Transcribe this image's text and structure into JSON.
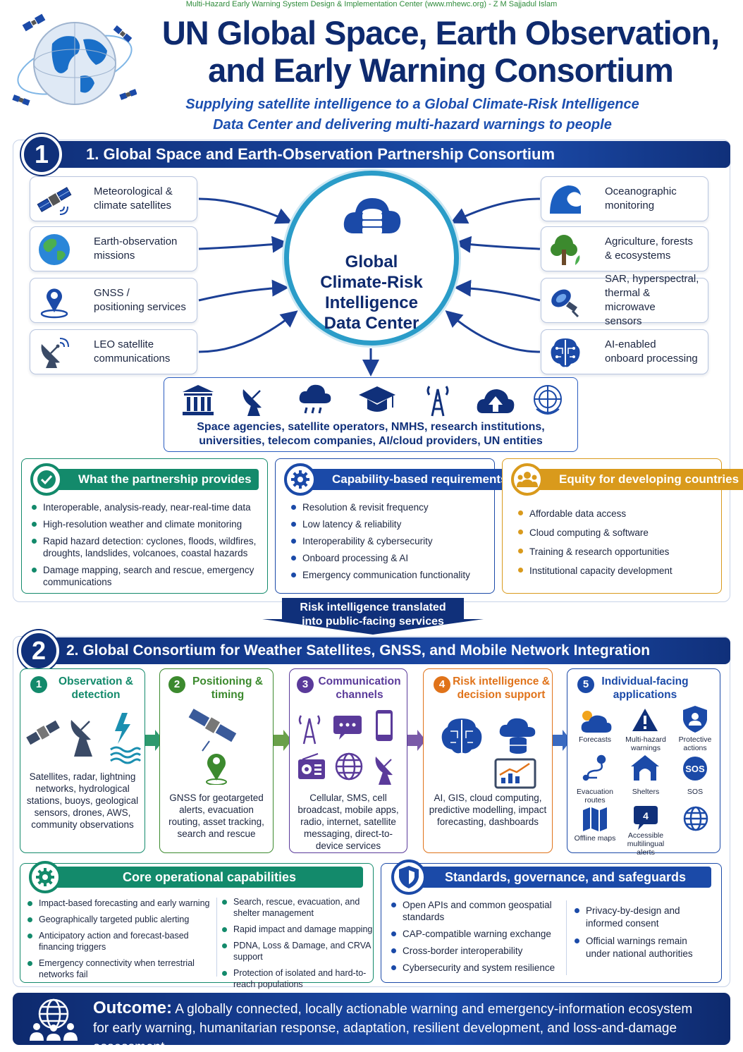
{
  "credit": "Multi-Hazard Early Warning System Design & Implementation Center (www.mhewc.org)  -  Z M Sajjadul Islam",
  "title_line1": "UN Global Space, Earth Observation,",
  "title_line2": "and Early Warning Consortium",
  "subtitle_line1": "Supplying satellite intelligence to a Global Climate-Risk Intelligence",
  "subtitle_line2": "Data Center and delivering multi-hazard warnings to people",
  "section1": {
    "number": "1",
    "title": "1. Global Space and Earth-Observation Partnership Consortium",
    "left_sources": [
      {
        "icon": "satellite-icon",
        "line1": "Meteorological &",
        "line2": "climate satellites"
      },
      {
        "icon": "earth-icon",
        "line1": "Earth-observation",
        "line2": "missions"
      },
      {
        "icon": "location-pin-icon",
        "line1": "GNSS /",
        "line2": "positioning services"
      },
      {
        "icon": "satellite-dish-icon",
        "line1": "LEO satellite",
        "line2": "communications"
      }
    ],
    "right_sources": [
      {
        "icon": "wave-icon",
        "line1": "Oceanographic",
        "line2": "monitoring",
        "line3": ""
      },
      {
        "icon": "tree-icon",
        "line1": "Agriculture, forests",
        "line2": "& ecosystems",
        "line3": ""
      },
      {
        "icon": "sensor-satellite-icon",
        "line1": "SAR, hyperspectral,",
        "line2": "thermal & microwave",
        "line3": "sensors"
      },
      {
        "icon": "ai-brain-icon",
        "line1": "AI-enabled",
        "line2": "onboard processing",
        "line3": ""
      }
    ],
    "hub": {
      "line1": "Global",
      "line2": "Climate-Risk",
      "line3": "Intelligence",
      "line4": "Data Center"
    },
    "stakeholders": {
      "icons": [
        "institution-icon",
        "satellite-dish-icon",
        "cloud-rain-icon",
        "graduation-cap-icon",
        "radio-tower-icon",
        "cloud-upload-icon",
        "un-emblem-icon"
      ],
      "line1": "Space agencies, satellite operators, NMHS, research institutions,",
      "line2": "universities, telecom companies, AI/cloud providers, UN entities"
    },
    "panels": {
      "provides": {
        "title": "What the partnership provides",
        "items": [
          "Interoperable, analysis-ready, near-real-time data",
          "High-resolution weather and climate monitoring",
          "Rapid hazard detection: cyclones, floods, wildfires, droughts, landslides, volcanoes, coastal hazards",
          "Damage mapping, search and rescue, emergency communications"
        ]
      },
      "requirements": {
        "title": "Capability-based requirements",
        "items": [
          "Resolution & revisit frequency",
          "Low latency & reliability",
          "Interoperability & cybersecurity",
          "Onboard processing & AI",
          "Emergency communication functionality"
        ]
      },
      "equity": {
        "title": "Equity for developing countries",
        "items": [
          "Affordable data access",
          "Cloud computing & software",
          "Training & research opportunities",
          "Institutional capacity development"
        ]
      }
    }
  },
  "transition": {
    "line1": "Risk intelligence translated",
    "line2": "into public-facing services"
  },
  "section2": {
    "number": "2",
    "title": "2. Global Consortium for Weather Satellites, GNSS, and Mobile Network Integration",
    "stages": [
      {
        "num": "1",
        "title1": "Observation &",
        "title2": "detection",
        "desc": "Satellites, radar, lightning networks, hydrological stations, buoys, geological sensors, drones, AWS, community observations"
      },
      {
        "num": "2",
        "title1": "Positioning &",
        "title2": "timing",
        "desc": "GNSS for geotargeted alerts, evacuation routing, asset tracking, search and rescue"
      },
      {
        "num": "3",
        "title1": "Communication",
        "title2": "channels",
        "desc": "Cellular, SMS, cell broadcast, mobile apps, radio, internet, satellite messaging, direct-to-device services"
      },
      {
        "num": "4",
        "title1": "Risk intelligence &",
        "title2": "decision support",
        "desc": "AI, GIS, cloud computing, predictive modelling, impact forecasting, dashboards"
      },
      {
        "num": "5",
        "title1": "Individual-facing",
        "title2": "applications",
        "desc": ""
      }
    ],
    "apps": [
      {
        "icon": "weather-cloud-icon",
        "label": "Forecasts"
      },
      {
        "icon": "warning-triangle-icon",
        "label": "Multi-hazard warnings"
      },
      {
        "icon": "shield-user-icon",
        "label": "Protective actions"
      },
      {
        "icon": "route-icon",
        "label": "Evacuation routes"
      },
      {
        "icon": "shelter-house-icon",
        "label": "Shelters"
      },
      {
        "icon": "sos-icon",
        "label": "SOS"
      },
      {
        "icon": "map-icon",
        "label": "Offline maps"
      },
      {
        "icon": "chat-alert-icon",
        "label": "Accessible multilingual alerts"
      },
      {
        "icon": "globe-icon",
        "label": ""
      }
    ],
    "sos_badge": "SOS",
    "chat_badge": "4",
    "core": {
      "title": "Core operational capabilities",
      "left_items": [
        "Impact-based forecasting and early warning",
        "Geographically targeted public alerting",
        "Anticipatory action and forecast-based financing triggers",
        "Emergency connectivity when terrestrial networks fail"
      ],
      "right_items": [
        "Search, rescue, evacuation, and shelter management",
        "Rapid impact and damage mapping",
        "PDNA, Loss & Damage, and CRVA support",
        "Protection of isolated and hard-to-reach populations"
      ]
    },
    "standards": {
      "title": "Standards, governance, and safeguards",
      "left_items": [
        "Open APIs and common geospatial standards",
        "CAP-compatible warning exchange",
        "Cross-border interoperability",
        "Cybersecurity and system resilience"
      ],
      "right_items": [
        "Privacy-by-design and informed consent",
        "Official warnings remain under national authorities"
      ]
    }
  },
  "outcome": {
    "label": "Outcome:",
    "line1": "A globally connected, locally actionable warning and emergency-information ecosystem",
    "line2": "for early warning, humanitarian response, adaptation, resilient development, and loss-and-damage assessment."
  },
  "colors": {
    "navy": "#0e2a6e",
    "blue": "#1b4aa8",
    "teal": "#138a6b",
    "gold": "#d99a1c",
    "green": "#3c8a2e",
    "purple": "#5a3a9a",
    "orange": "#e0731a",
    "hub_ring": "#2a9cc8"
  }
}
